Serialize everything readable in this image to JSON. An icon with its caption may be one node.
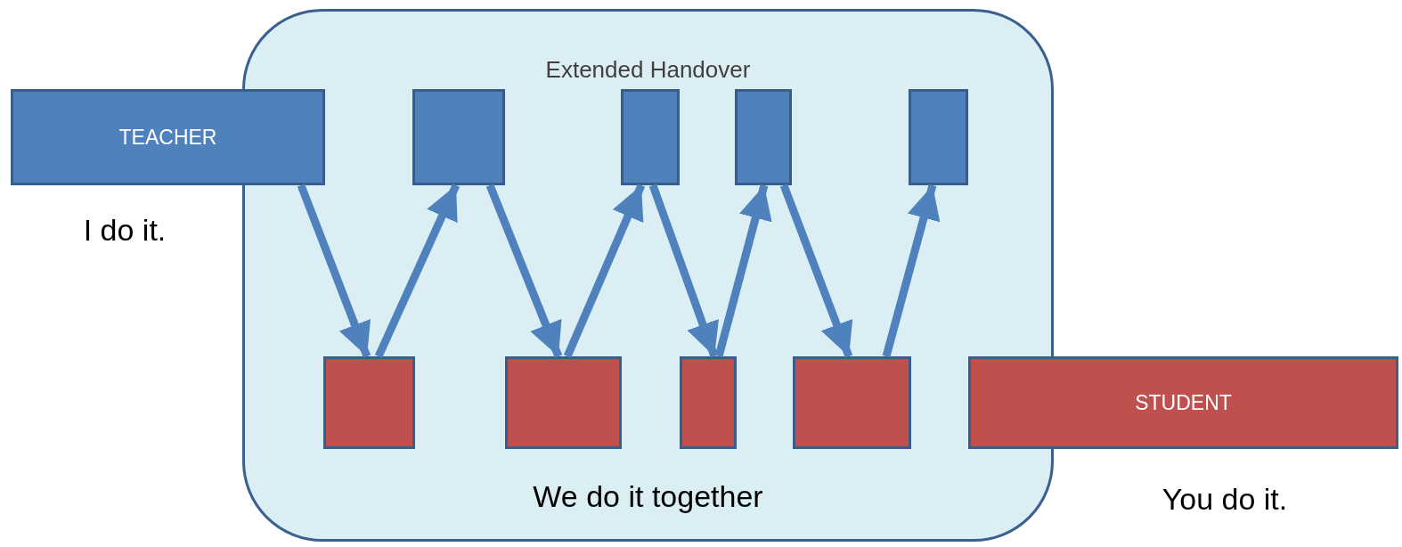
{
  "diagram": {
    "nodes": [
      {
        "text": [
          "Extended Handover",
          "We do it together"
        ]
      },
      {
        "text": [
          "TEACHER"
        ],
        "beside": [
          "I do it."
        ]
      },
      {
        "text": [],
        "shape": "box",
        "in": 0
      },
      {
        "text": [],
        "shape": "box",
        "in": 0
      },
      {
        "text": [],
        "shape": "box",
        "in": 0
      },
      {
        "text": [],
        "shape": "box",
        "in": 0
      },
      {
        "text": [],
        "shape": "box",
        "in": 0
      },
      {
        "text": [],
        "shape": "box",
        "in": 0
      },
      {
        "text": [],
        "shape": "box",
        "in": 0
      },
      {
        "text": [],
        "shape": "box",
        "in": 0
      },
      {
        "text": [
          "STUDENT"
        ],
        "beside": [
          "You do it."
        ]
      }
    ],
    "edges": [
      {
        "from": 1,
        "to": 6,
        "arrow": "to"
      },
      {
        "from": 6,
        "to": 2,
        "arrow": "to"
      },
      {
        "from": 2,
        "to": 7,
        "arrow": "to"
      },
      {
        "from": 7,
        "to": 3,
        "arrow": "to"
      },
      {
        "from": 3,
        "to": 8,
        "arrow": "to"
      },
      {
        "from": 8,
        "to": 4,
        "arrow": "to"
      },
      {
        "from": 4,
        "to": 9,
        "arrow": "to"
      },
      {
        "from": 9,
        "to": 5,
        "arrow": "to"
      }
    ]
  }
}
